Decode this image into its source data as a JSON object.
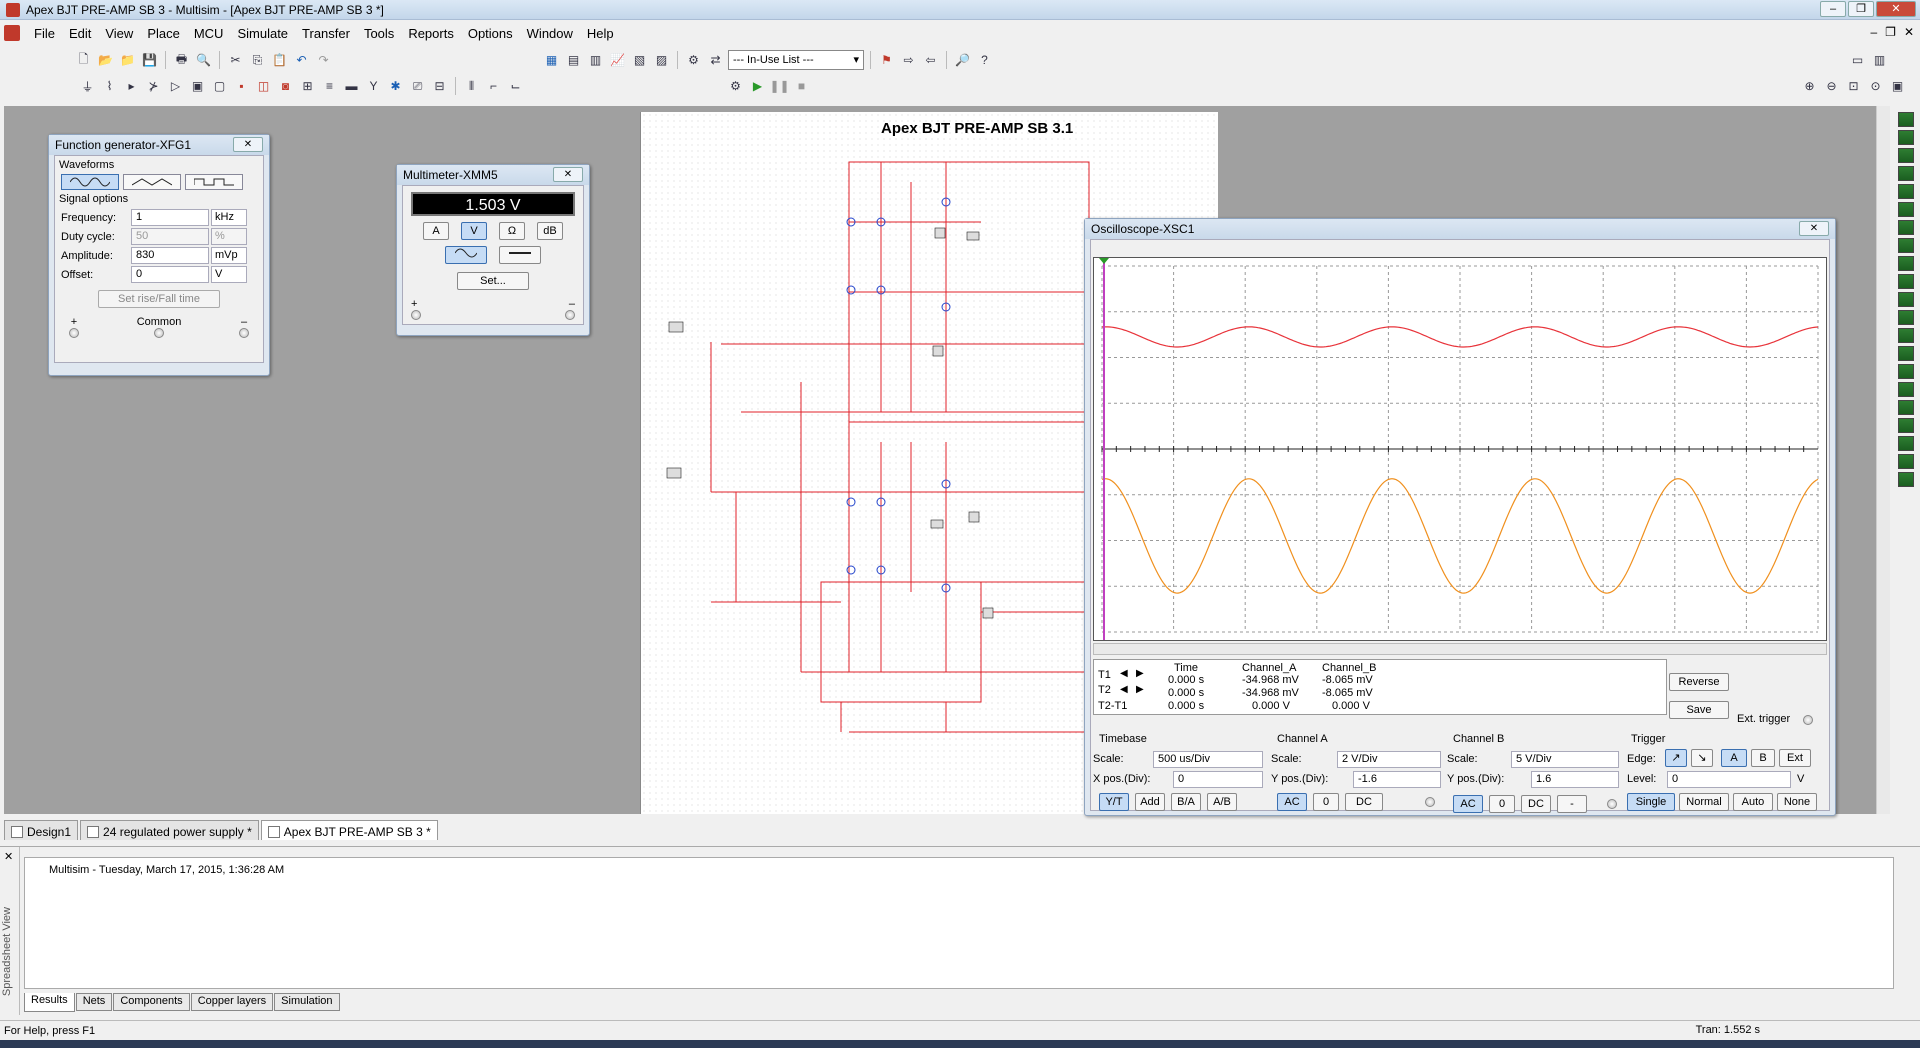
{
  "window": {
    "title": "Apex BJT PRE-AMP SB 3 - Multisim - [Apex BJT PRE-AMP SB 3 *]"
  },
  "menu": [
    "File",
    "Edit",
    "View",
    "Place",
    "MCU",
    "Simulate",
    "Transfer",
    "Tools",
    "Reports",
    "Options",
    "Window",
    "Help"
  ],
  "toolbar": {
    "inuse_list": "--- In-Use List ---"
  },
  "schematic": {
    "title": "Apex BJT PRE-AMP SB 3.1"
  },
  "function_generator": {
    "title": "Function generator-XFG1",
    "waveforms_label": "Waveforms",
    "signal_options_label": "Signal options",
    "fields": [
      {
        "label": "Frequency:",
        "value": "1",
        "unit": "kHz",
        "disabled": false
      },
      {
        "label": "Duty cycle:",
        "value": "50",
        "unit": "%",
        "disabled": true
      },
      {
        "label": "Amplitude:",
        "value": "830",
        "unit": "mVp",
        "disabled": false
      },
      {
        "label": "Offset:",
        "value": "0",
        "unit": "V",
        "disabled": false
      }
    ],
    "rise_fall_button": "Set rise/Fall time",
    "plus_label": "+",
    "common_label": "Common",
    "minus_label": "–"
  },
  "multimeter": {
    "title": "Multimeter-XMM5",
    "reading": "1.503 V",
    "modes": [
      "A",
      "V",
      "Ω",
      "dB"
    ],
    "active_mode": "V",
    "set_button": "Set...",
    "plus_label": "+",
    "minus_label": "–"
  },
  "oscilloscope": {
    "title": "Oscilloscope-XSC1",
    "meas_headers": {
      "time": "Time",
      "cha": "Channel_A",
      "chb": "Channel_B"
    },
    "rows": [
      {
        "label": "T1",
        "time": "0.000 s",
        "cha": "-34.968 mV",
        "chb": "-8.065 mV"
      },
      {
        "label": "T2",
        "time": "0.000 s",
        "cha": "-34.968 mV",
        "chb": "-8.065 mV"
      },
      {
        "label": "T2-T1",
        "time": "0.000 s",
        "cha": "0.000 V",
        "chb": "0.000 V"
      }
    ],
    "reverse_button": "Reverse",
    "save_button": "Save",
    "ext_trigger_label": "Ext. trigger",
    "timebase": {
      "label": "Timebase",
      "scale_label": "Scale:",
      "scale": "500 us/Div",
      "xpos_label": "X pos.(Div):",
      "xpos": "0",
      "buttons": [
        "Y/T",
        "Add",
        "B/A",
        "A/B"
      ]
    },
    "channel_a": {
      "label": "Channel A",
      "scale_label": "Scale:",
      "scale": "2  V/Div",
      "ypos_label": "Y pos.(Div):",
      "ypos": "-1.6",
      "coupling": [
        "AC",
        "0",
        "DC"
      ]
    },
    "channel_b": {
      "label": "Channel B",
      "scale_label": "Scale:",
      "scale": "5  V/Div",
      "ypos_label": "Y pos.(Div):",
      "ypos": "1.6",
      "coupling": [
        "AC",
        "0",
        "DC",
        "-"
      ]
    },
    "trigger": {
      "label": "Trigger",
      "edge_label": "Edge:",
      "edge_buttons": [
        "A",
        "B",
        "Ext"
      ],
      "level_label": "Level:",
      "level": "0",
      "level_unit": "V",
      "mode_buttons": [
        "Single",
        "Normal",
        "Auto",
        "None"
      ]
    },
    "colors": {
      "channel_a": "#e8333a",
      "channel_b": "#f0901e",
      "cursor": "#c040c0"
    }
  },
  "doc_tabs": [
    {
      "label": "Design1",
      "active": false
    },
    {
      "label": "24 regulated power supply *",
      "active": false
    },
    {
      "label": "Apex BJT PRE-AMP SB 3 *",
      "active": true
    }
  ],
  "spreadsheet": {
    "side_label": "Spreadsheet View",
    "log_line": "Multisim  -  Tuesday, March 17, 2015, 1:36:28 AM",
    "tabs": [
      "Results",
      "Nets",
      "Components",
      "Copper layers",
      "Simulation"
    ],
    "active_tab": "Results"
  },
  "status": {
    "help": "For Help, press F1",
    "tran": "Tran: 1.552 s"
  }
}
